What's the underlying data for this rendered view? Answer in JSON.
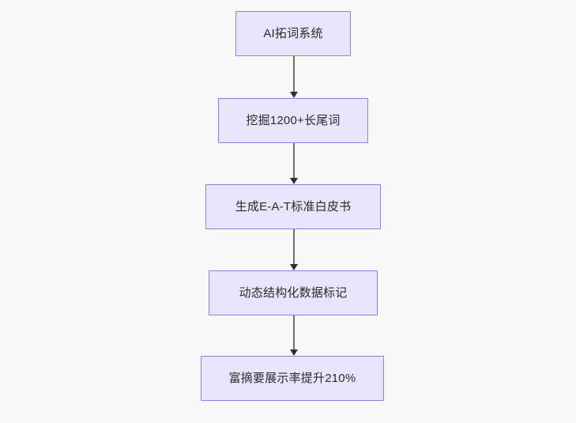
{
  "diagram": {
    "type": "flowchart",
    "orientation": "top-to-bottom",
    "background_color": "#f8f8f8",
    "node_fill_color": "#e8e4fa",
    "node_border_color": "#9b7ed3",
    "node_text_color": "#2b2b2b",
    "connector_color": "#6e6e6e",
    "arrowhead_color": "#2e2e2e",
    "nodes": [
      {
        "id": "node-1",
        "label": "AI拓词系统"
      },
      {
        "id": "node-2",
        "label": "挖掘1200+长尾词"
      },
      {
        "id": "node-3",
        "label": "生成E-A-T标准白皮书"
      },
      {
        "id": "node-4",
        "label": "动态结构化数据标记"
      },
      {
        "id": "node-5",
        "label": "富摘要展示率提升210%"
      }
    ],
    "edges": [
      {
        "id": "edge-1",
        "from": "node-1",
        "to": "node-2",
        "label": ""
      },
      {
        "id": "edge-2",
        "from": "node-2",
        "to": "node-3",
        "label": ""
      },
      {
        "id": "edge-3",
        "from": "node-3",
        "to": "node-4",
        "label": ""
      },
      {
        "id": "edge-4",
        "from": "node-4",
        "to": "node-5",
        "label": ""
      }
    ]
  }
}
